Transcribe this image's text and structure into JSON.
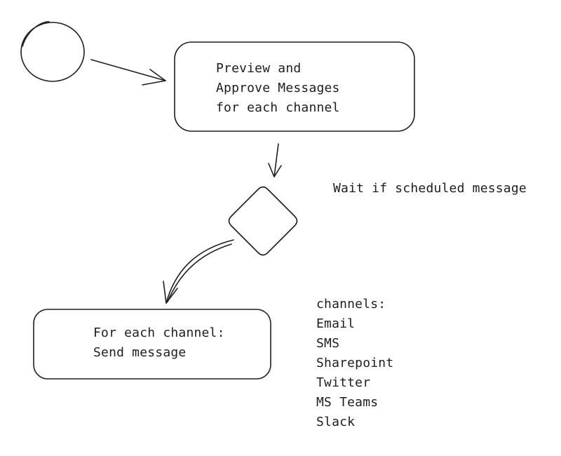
{
  "diagram": {
    "nodes": {
      "preview": {
        "lines": [
          "Preview and",
          "Approve Messages",
          "for each channel"
        ]
      },
      "send": {
        "lines": [
          "For each channel:",
          "Send message"
        ]
      }
    },
    "annotations": {
      "wait": "Wait if scheduled message",
      "channels_heading": "channels:",
      "channels": [
        "Email",
        "SMS",
        "Sharepoint",
        "Twitter",
        "MS Teams",
        "Slack"
      ]
    }
  }
}
